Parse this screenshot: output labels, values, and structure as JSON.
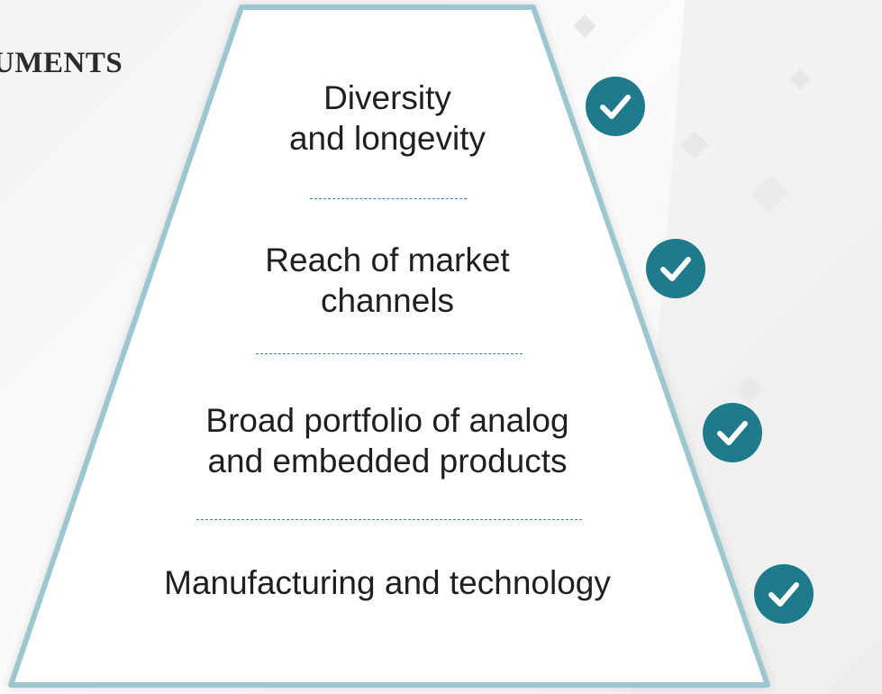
{
  "heading": "UMENTS",
  "pyramid": {
    "items": [
      {
        "label": "Diversity\nand longevity"
      },
      {
        "label": "Reach of market\nchannels"
      },
      {
        "label": "Broad portfolio of analog\nand embedded products"
      },
      {
        "label": "Manufacturing and technology"
      }
    ]
  },
  "colors": {
    "outline": "#9cc7cf",
    "check_fill": "#1f7a8c",
    "divider": "#2a8aa8",
    "text": "#1f1f1f"
  },
  "icons": {
    "status": "checkmark-icon"
  }
}
